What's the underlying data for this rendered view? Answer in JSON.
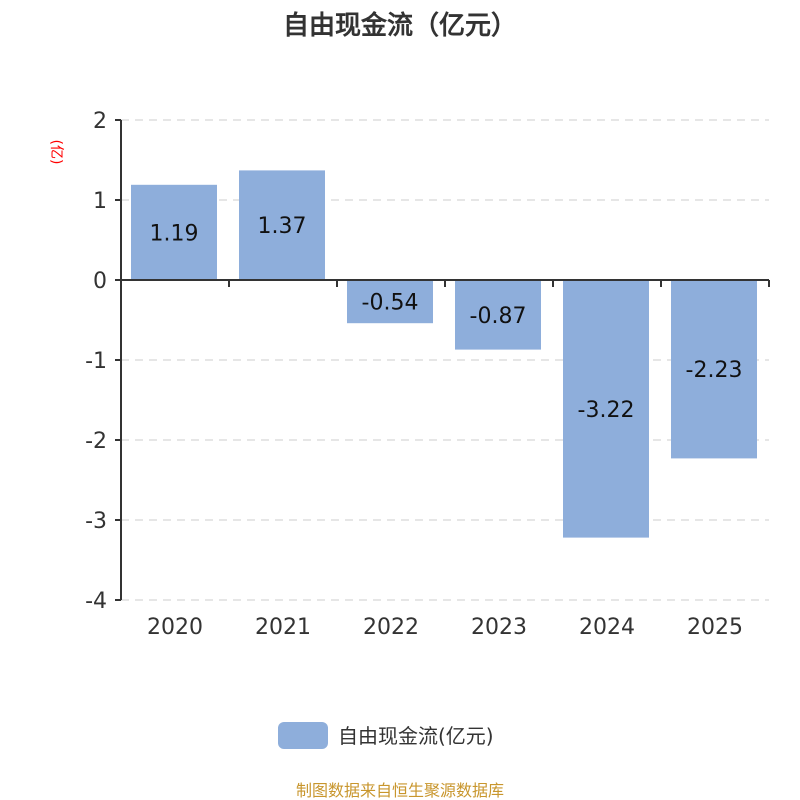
{
  "chart_data": {
    "type": "bar",
    "title": "自由现金流（亿元）",
    "ylabel": "(亿)",
    "xlabel": "",
    "categories": [
      "2020",
      "2021",
      "2022",
      "2023",
      "2024",
      "2025"
    ],
    "series": [
      {
        "name": "自由现金流(亿元)",
        "values": [
          1.19,
          1.37,
          -0.54,
          -0.87,
          -3.22,
          -2.23
        ]
      }
    ],
    "data_labels": [
      "1.19",
      "1.37",
      "-0.54",
      "-0.87",
      "-3.22",
      "-2.23"
    ],
    "ylim": [
      -4,
      2
    ],
    "yticks": [
      2,
      1,
      0,
      -1,
      -2,
      -3,
      -4
    ],
    "grid": true,
    "legend": "bottom-center",
    "colors": {
      "bar": "#8eaedb",
      "title": "#333333",
      "ylabel": "#ff0000",
      "source": "#c8962d"
    }
  },
  "source": "制图数据来自恒生聚源数据库"
}
